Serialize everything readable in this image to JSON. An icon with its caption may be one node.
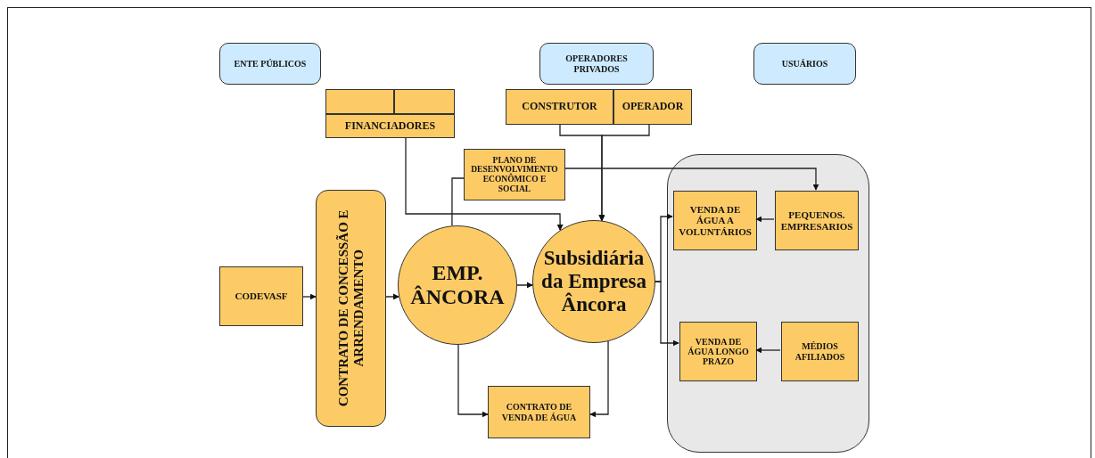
{
  "diagram": {
    "nodes": [
      {
        "text": [
          "ENTE PÚBLICOS"
        ]
      },
      {
        "text": [
          "OPERADORES PRIVADOS"
        ]
      },
      {
        "text": [
          "USUÁRIOS"
        ]
      },
      {
        "text": [],
        "shape": "box"
      },
      {
        "text": [],
        "shape": "box"
      },
      {
        "text": [
          "FINANCIADORES"
        ]
      },
      {
        "text": [
          "CONSTRUTOR"
        ]
      },
      {
        "text": [
          "OPERADOR"
        ]
      },
      {
        "text": [
          "PLANO DE DESENVOLVIMENTO ECONÔMICO E SOCIAL"
        ]
      },
      {
        "text": [
          "CONTRATO DE CONCESSÃO E ARRENDAMENTO"
        ]
      },
      {
        "text": [
          "CODEVASF"
        ]
      },
      {
        "text": [
          "EMP. ÂNCORA"
        ]
      },
      {
        "text": [
          "Subsidiária da Empresa Âncora"
        ]
      },
      {
        "text": [
          "CONTRATO DE VENDA DE ÁGUA"
        ]
      },
      {
        "text": [],
        "shape": "box"
      },
      {
        "text": [
          "VENDA DE ÁGUA A VOLUNTÁRIOS"
        ],
        "in": 14
      },
      {
        "text": [
          "PEQUENOS. EMPRESARIOS"
        ],
        "in": 14
      },
      {
        "text": [
          "VENDA DE ÁGUA LONGO PRAZO"
        ],
        "in": 14
      },
      {
        "text": [
          "MÉDIOS AFILIADOS"
        ],
        "in": 14
      }
    ],
    "edges": [
      {
        "from": 10,
        "to": 9,
        "arrow": "to"
      },
      {
        "from": 9,
        "to": 11,
        "arrow": "to"
      },
      {
        "from": 11,
        "to": 12,
        "arrow": "to"
      },
      {
        "from": 5,
        "to": 12,
        "arrow": "to"
      },
      {
        "from": 6,
        "to": 12,
        "arrow": "to"
      },
      {
        "from": 7,
        "to": 12,
        "arrow": "to"
      },
      {
        "from": 11,
        "to": 8,
        "arrow": "none"
      },
      {
        "from": 8,
        "to": 16,
        "arrow": "to"
      },
      {
        "from": 12,
        "to": 15,
        "arrow": "to"
      },
      {
        "from": 12,
        "to": 17,
        "arrow": "to"
      },
      {
        "from": 16,
        "to": 15,
        "arrow": "to"
      },
      {
        "from": 18,
        "to": 17,
        "arrow": "to"
      },
      {
        "from": 11,
        "to": 13,
        "arrow": "to"
      },
      {
        "from": 12,
        "to": 13,
        "arrow": "to"
      }
    ]
  }
}
